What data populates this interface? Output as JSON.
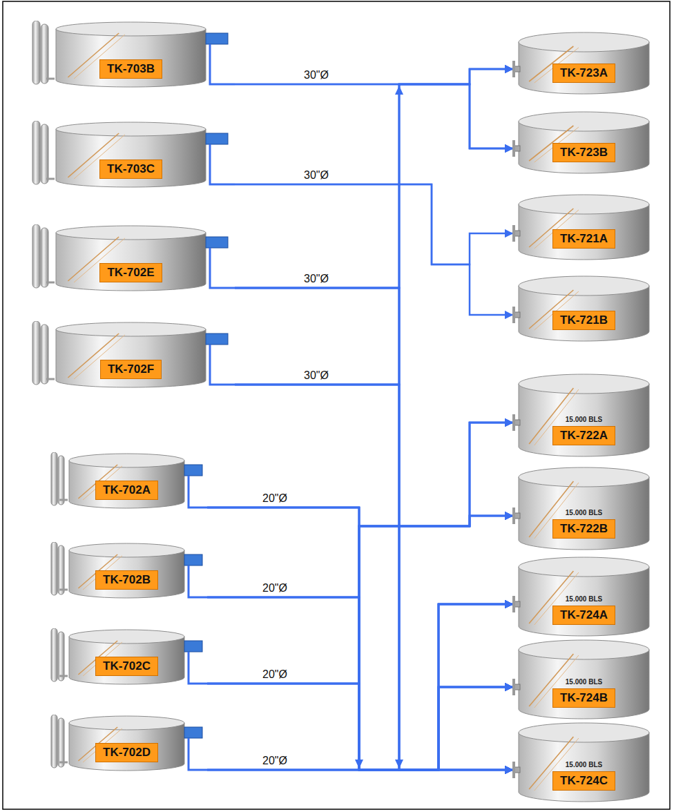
{
  "diagram": {
    "nodes": [
      {
        "text": [
          "TK-703B"
        ]
      },
      {
        "text": [
          "TK-703C"
        ]
      },
      {
        "text": [
          "TK-702E"
        ]
      },
      {
        "text": [
          "TK-702F"
        ]
      },
      {
        "text": [
          "TK-702A"
        ]
      },
      {
        "text": [
          "TK-702B"
        ]
      },
      {
        "text": [
          "TK-702C"
        ]
      },
      {
        "text": [
          "TK-702D"
        ]
      },
      {
        "text": [
          "TK-723A"
        ]
      },
      {
        "text": [
          "TK-723B"
        ]
      },
      {
        "text": [
          "TK-721A"
        ]
      },
      {
        "text": [
          "TK-721B"
        ]
      },
      {
        "text": [
          "15.000 BLS",
          "TK-722A"
        ]
      },
      {
        "text": [
          "15.000 BLS",
          "TK-722B"
        ]
      },
      {
        "text": [
          "15.000 BLS",
          "TK-724A"
        ]
      },
      {
        "text": [
          "15.000 BLS",
          "TK-724B"
        ]
      },
      {
        "text": [
          "15.000 BLS",
          "TK-724C"
        ]
      }
    ],
    "edges": [
      {
        "from": 0,
        "to": 8,
        "arrow": "to",
        "label": "30\"Ø"
      },
      {
        "from": 0,
        "to": 9,
        "arrow": "to"
      },
      {
        "from": 1,
        "to": 10,
        "arrow": "to",
        "label": "30\"Ø"
      },
      {
        "from": 1,
        "to": 11,
        "arrow": "to"
      },
      {
        "from": 2,
        "to": 8,
        "arrow": "to",
        "label": "30\"Ø"
      },
      {
        "from": 2,
        "to": 9,
        "arrow": "to"
      },
      {
        "from": 2,
        "to": 14,
        "arrow": "to"
      },
      {
        "from": 2,
        "to": 15,
        "arrow": "to"
      },
      {
        "from": 2,
        "to": 16,
        "arrow": "to"
      },
      {
        "from": 3,
        "to": 8,
        "arrow": "to",
        "label": "30\"Ø"
      },
      {
        "from": 3,
        "to": 9,
        "arrow": "to"
      },
      {
        "from": 3,
        "to": 14,
        "arrow": "to"
      },
      {
        "from": 3,
        "to": 15,
        "arrow": "to"
      },
      {
        "from": 3,
        "to": 16,
        "arrow": "to"
      },
      {
        "from": 4,
        "to": 12,
        "arrow": "to",
        "label": "20\"Ø"
      },
      {
        "from": 4,
        "to": 13,
        "arrow": "to"
      },
      {
        "from": 4,
        "to": 14,
        "arrow": "to"
      },
      {
        "from": 4,
        "to": 15,
        "arrow": "to"
      },
      {
        "from": 4,
        "to": 16,
        "arrow": "to"
      },
      {
        "from": 5,
        "to": 12,
        "arrow": "to",
        "label": "20\"Ø"
      },
      {
        "from": 5,
        "to": 13,
        "arrow": "to"
      },
      {
        "from": 5,
        "to": 14,
        "arrow": "to"
      },
      {
        "from": 5,
        "to": 15,
        "arrow": "to"
      },
      {
        "from": 5,
        "to": 16,
        "arrow": "to"
      },
      {
        "from": 6,
        "to": 12,
        "arrow": "to",
        "label": "20\"Ø"
      },
      {
        "from": 6,
        "to": 13,
        "arrow": "to"
      },
      {
        "from": 6,
        "to": 14,
        "arrow": "to"
      },
      {
        "from": 6,
        "to": 15,
        "arrow": "to"
      },
      {
        "from": 6,
        "to": 16,
        "arrow": "to"
      },
      {
        "from": 7,
        "to": 12,
        "arrow": "to",
        "label": "20\"Ø"
      },
      {
        "from": 7,
        "to": 13,
        "arrow": "to"
      },
      {
        "from": 7,
        "to": 14,
        "arrow": "to"
      },
      {
        "from": 7,
        "to": 15,
        "arrow": "to"
      },
      {
        "from": 7,
        "to": 16,
        "arrow": "to"
      }
    ]
  }
}
